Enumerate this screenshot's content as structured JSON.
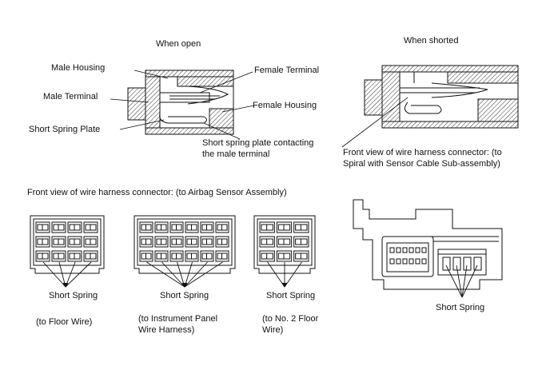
{
  "top_left": {
    "title": "When open",
    "male_housing": "Male Housing",
    "male_terminal": "Male Terminal",
    "short_spring_plate": "Short Spring Plate",
    "female_terminal": "Female Terminal",
    "female_housing": "Female Housing",
    "contact_note_line1": "Short spring plate contacting",
    "contact_note_line2": "the male terminal"
  },
  "top_right": {
    "title": "When shorted",
    "front_view_line1": "Front view of wire harness connector: (to",
    "front_view_line2": "Spiral with Sensor Cable Sub-assembly)"
  },
  "bottom": {
    "front_view_caption": "Front view of wire harness connector: (to Airbag Sensor Assembly)",
    "connectors": [
      {
        "spring_label": "Short Spring",
        "dest_line1": "(to Floor Wire)",
        "dest_line2": ""
      },
      {
        "spring_label": "Short Spring",
        "dest_line1": "(to Instrument Panel",
        "dest_line2": "Wire Harness)"
      },
      {
        "spring_label": "Short Spring",
        "dest_line1": "(to No. 2 Floor",
        "dest_line2": "Wire)"
      }
    ],
    "spiral_spring_label": "Short Spring"
  }
}
